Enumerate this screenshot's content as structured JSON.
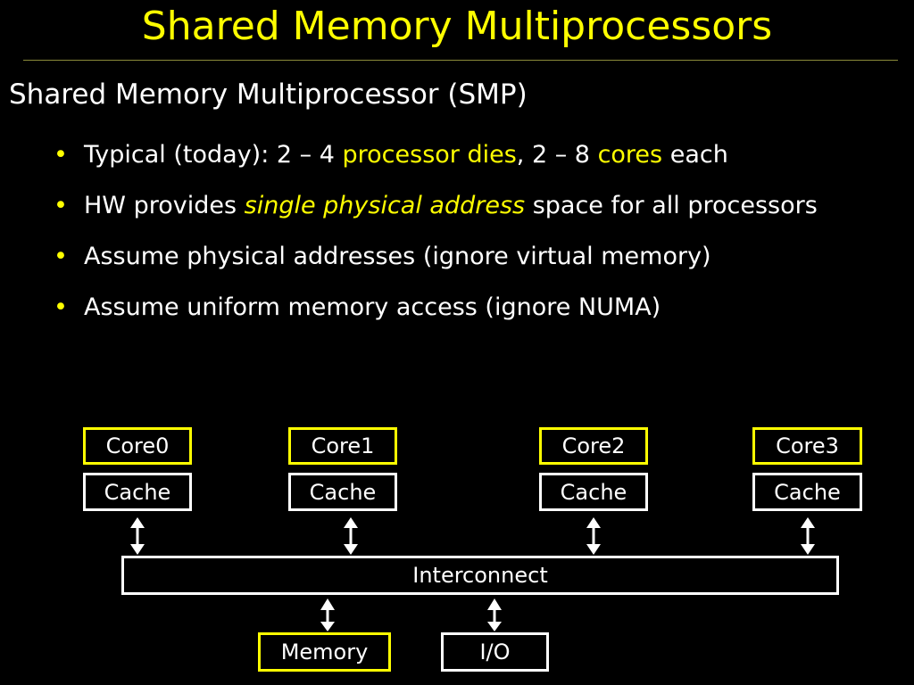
{
  "title": "Shared Memory Multiprocessors",
  "subheading": "Shared Memory Multiprocessor (SMP)",
  "bullets": [
    {
      "parts": [
        {
          "text": "Typical (today): 2 – 4 ",
          "style": "normal"
        },
        {
          "text": "processor dies",
          "style": "highlight"
        },
        {
          "text": ", 2 – 8 ",
          "style": "normal"
        },
        {
          "text": "cores",
          "style": "highlight"
        },
        {
          "text": " each",
          "style": "normal"
        }
      ]
    },
    {
      "parts": [
        {
          "text": "HW provides ",
          "style": "normal"
        },
        {
          "text": "single physical address",
          "style": "highlight-italic"
        },
        {
          "text": " space for all processors",
          "style": "normal"
        }
      ]
    },
    {
      "parts": [
        {
          "text": "Assume physical addresses (ignore virtual memory)",
          "style": "normal"
        }
      ]
    },
    {
      "parts": [
        {
          "text": "Assume uniform memory access (ignore NUMA)",
          "style": "normal"
        }
      ]
    }
  ],
  "diagram": {
    "cores": [
      {
        "core_label": "Core0",
        "cache_label": "Cache"
      },
      {
        "core_label": "Core1",
        "cache_label": "Cache"
      },
      {
        "core_label": "Core2",
        "cache_label": "Cache"
      },
      {
        "core_label": "Core3",
        "cache_label": "Cache"
      }
    ],
    "interconnect_label": "Interconnect",
    "memory_label": "Memory",
    "io_label": "I/O"
  },
  "colors": {
    "background": "#000000",
    "accent": "#ffff00",
    "text": "#ffffff"
  }
}
